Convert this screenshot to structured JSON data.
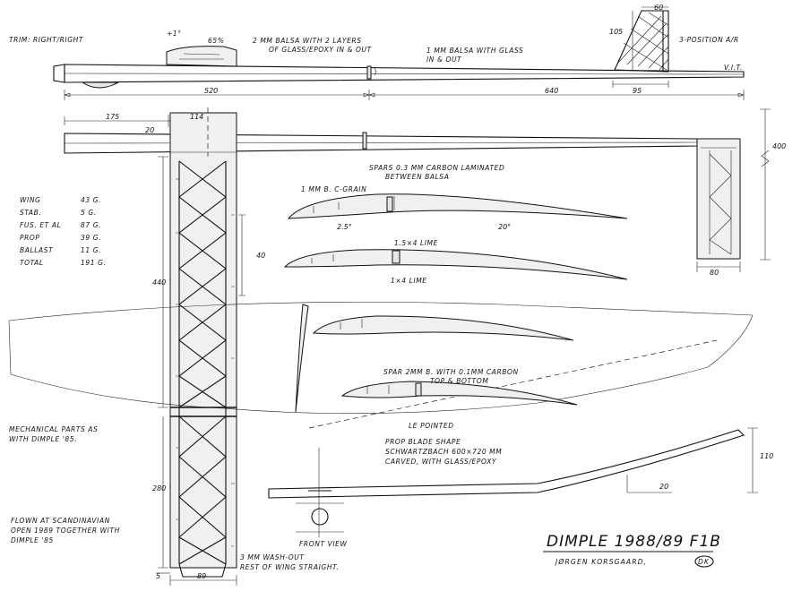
{
  "notes": {
    "trim": "TRIM: RIGHT/RIGHT",
    "plus_one": "+1°",
    "pylon_pct": "65%",
    "balsa_2mm_1": "2 MM BALSA WITH 2 LAYERS",
    "balsa_2mm_2": "OF GLASS/EPOXY IN & OUT",
    "balsa_1mm_1": "1 MM BALSA WITH GLASS",
    "balsa_1mm_2": "IN & OUT",
    "pos_air": "3-POSITION A/R",
    "vit": "V.I.T.",
    "spars_1": "SPARS 0.3 MM CARBON LAMINATED",
    "spars_2": "BETWEEN BALSA",
    "grain": "1 MM B. C-GRAIN",
    "lime_1": "1.5×4 LIME",
    "lime_2": "1×4 LIME",
    "spar2_1": "SPAR 2MM B. WITH 0.1MM CARBON",
    "spar2_2": "TOP & BOTTOM",
    "le_pointed": "LE POINTED",
    "prop_1": "PROP BLADE SHAPE",
    "prop_2": "SCHWARTZBACH 600×720 MM",
    "prop_3": "CARVED, WITH GLASS/EPOXY",
    "mech_1": "MECHANICAL PARTS AS",
    "mech_2": "WITH DIMPLE '85.",
    "flown_1": "FLOWN AT SCANDINAVIAN",
    "flown_2": "OPEN 1989 TOGETHER WITH",
    "flown_3": "DIMPLE '85",
    "front_view": "FRONT VIEW",
    "washout_1": "3 MM WASH-OUT",
    "washout_2": "REST OF WING STRAIGHT."
  },
  "weights": [
    {
      "label": "WING",
      "value": "43 G."
    },
    {
      "label": "STAB.",
      "value": "5 G."
    },
    {
      "label": "FUS. ET AL",
      "value": "87 G."
    },
    {
      "label": "PROP",
      "value": "39 G."
    },
    {
      "label": "BALLAST",
      "value": "11 G."
    },
    {
      "label": "TOTAL",
      "value": "191 G."
    }
  ],
  "dimensions": {
    "d60": "60",
    "d105": "105",
    "d95": "95",
    "d520": "520",
    "d640": "640",
    "d175": "175",
    "d114": "114",
    "d20": "20",
    "d400": "400",
    "d80": "80",
    "d40": "40",
    "d440": "440",
    "d280": "280",
    "d2_5": "2.5°",
    "d20deg": "20°",
    "d110": "110",
    "d20b": "20",
    "d5": "5",
    "d89": "89"
  },
  "title": {
    "main": "DIMPLE 1988/89 F1B",
    "author": "JØRGEN KORSGAARD,",
    "badge": "DK"
  }
}
